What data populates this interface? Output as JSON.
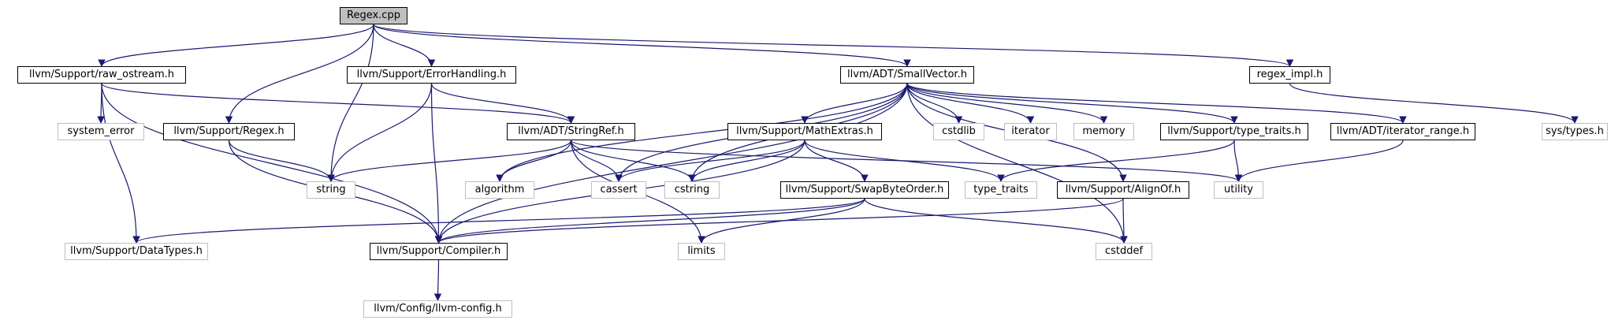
{
  "colors": {
    "edge": "#191970",
    "root_fill": "#bfbfbf",
    "solid_border": "#000000",
    "ghost_border": "#bfbfbf"
  },
  "nodes": {
    "regex_cpp": "Regex.cpp",
    "raw_ostream": "llvm/Support/raw_ostream.h",
    "error_handling": "llvm/Support/ErrorHandling.h",
    "small_vector": "llvm/ADT/SmallVector.h",
    "regex_impl": "regex_impl.h",
    "system_error": "system_error",
    "support_regex": "llvm/Support/Regex.h",
    "string_ref": "llvm/ADT/StringRef.h",
    "math_extras": "llvm/Support/MathExtras.h",
    "cstdlib": "cstdlib",
    "iterator": "iterator",
    "memory": "memory",
    "type_traits_h": "llvm/Support/type_traits.h",
    "iterator_range": "llvm/ADT/iterator_range.h",
    "sys_types": "sys/types.h",
    "string": "string",
    "algorithm": "algorithm",
    "cassert": "cassert",
    "cstring": "cstring",
    "type_traits": "type_traits",
    "swap_byte_order": "llvm/Support/SwapByteOrder.h",
    "align_of": "llvm/Support/AlignOf.h",
    "utility": "utility",
    "data_types": "llvm/Support/DataTypes.h",
    "compiler": "llvm/Support/Compiler.h",
    "limits": "limits",
    "cstddef": "cstddef",
    "llvm_config": "llvm/Config/llvm-config.h"
  }
}
